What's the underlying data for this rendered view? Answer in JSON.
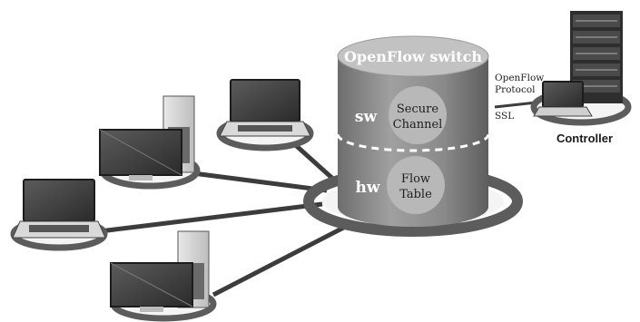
{
  "switch": {
    "title": "OpenFlow switch",
    "sw_label": "sw",
    "hw_label": "hw",
    "secure_channel": {
      "line1": "Secure",
      "line2": "Channel"
    },
    "flow_table": {
      "line1": "Flow",
      "line2": "Table"
    }
  },
  "link": {
    "protocol_line1": "OpenFlow",
    "protocol_line2": "Protocol",
    "ssl": "SSL"
  },
  "controller": {
    "label": "Controller"
  },
  "colors": {
    "cylinder": "#8c8c8c",
    "cylinder_top": "#bdbdbd",
    "ring": "#5a5a5a",
    "ring_fill": "#f2f2f2",
    "dark": "#2e2e2e"
  }
}
